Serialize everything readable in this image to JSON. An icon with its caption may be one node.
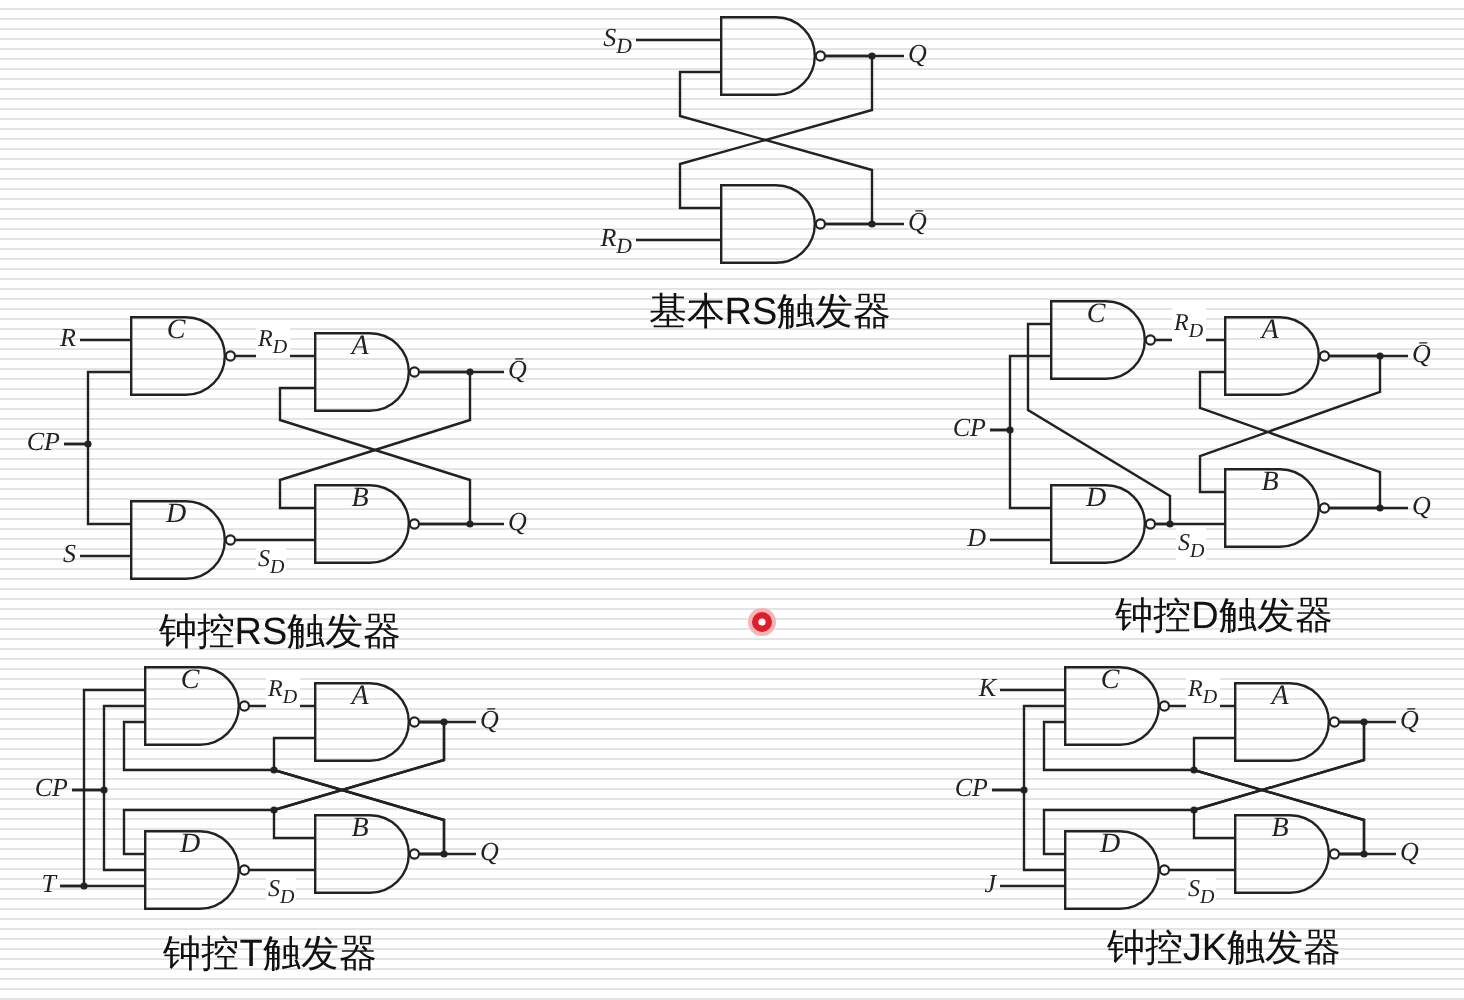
{
  "diagram": {
    "nodes": [
      {
        "text": [
          "S$_{D}$"
        ]
      },
      {
        "text": [],
        "shape": "gate"
      },
      {
        "text": [
          "Q"
        ]
      },
      {
        "text": [],
        "shape": "gate"
      },
      {
        "text": [
          "R$_{D}$"
        ]
      },
      {
        "text": [
          "Q̄"
        ]
      },
      {
        "text": [
          "R"
        ]
      },
      {
        "text": [
          "C"
        ]
      },
      {
        "text": [
          "A"
        ]
      },
      {
        "text": [
          "Q̄"
        ]
      },
      {
        "text": [
          "CP"
        ]
      },
      {
        "text": [
          "S"
        ]
      },
      {
        "text": [
          "D"
        ]
      },
      {
        "text": [
          "B"
        ]
      },
      {
        "text": [
          "Q"
        ]
      },
      {
        "text": [
          "C"
        ]
      },
      {
        "text": [
          "A"
        ]
      },
      {
        "text": [
          "Q̄"
        ]
      },
      {
        "text": [
          "CP"
        ]
      },
      {
        "text": [
          "D"
        ]
      },
      {
        "text": [
          "D"
        ]
      },
      {
        "text": [
          "B"
        ]
      },
      {
        "text": [
          "Q"
        ]
      },
      {
        "text": [
          "C"
        ]
      },
      {
        "text": [
          "A"
        ]
      },
      {
        "text": [
          "Q̄"
        ]
      },
      {
        "text": [
          "CP"
        ]
      },
      {
        "text": [
          "T"
        ]
      },
      {
        "text": [
          "D"
        ]
      },
      {
        "text": [
          "B"
        ]
      },
      {
        "text": [
          "Q"
        ]
      },
      {
        "text": [
          "K"
        ]
      },
      {
        "text": [
          "C"
        ]
      },
      {
        "text": [
          "A"
        ]
      },
      {
        "text": [
          "Q̄"
        ]
      },
      {
        "text": [
          "CP"
        ]
      },
      {
        "text": [
          "J"
        ]
      },
      {
        "text": [
          "D"
        ]
      },
      {
        "text": [
          "B"
        ]
      },
      {
        "text": [
          "Q"
        ]
      }
    ],
    "edges": [
      {
        "from": 0,
        "to": 1,
        "arrow": "none"
      },
      {
        "from": 4,
        "to": 3,
        "arrow": "none"
      },
      {
        "from": 1,
        "to": 2,
        "arrow": "none"
      },
      {
        "from": 3,
        "to": 5,
        "arrow": "none"
      },
      {
        "from": 1,
        "to": 3,
        "arrow": "none"
      },
      {
        "from": 3,
        "to": 1,
        "arrow": "none"
      },
      {
        "from": 6,
        "to": 7,
        "arrow": "none"
      },
      {
        "from": 10,
        "to": 7,
        "arrow": "none"
      },
      {
        "from": 10,
        "to": 12,
        "arrow": "none"
      },
      {
        "from": 11,
        "to": 12,
        "arrow": "none"
      },
      {
        "from": 7,
        "to": 8,
        "arrow": "none",
        "label": "R$_{D}$"
      },
      {
        "from": 12,
        "to": 13,
        "arrow": "none",
        "label": "S$_{D}$"
      },
      {
        "from": 8,
        "to": 9,
        "arrow": "none"
      },
      {
        "from": 13,
        "to": 14,
        "arrow": "none"
      },
      {
        "from": 8,
        "to": 13,
        "arrow": "none"
      },
      {
        "from": 13,
        "to": 8,
        "arrow": "none"
      },
      {
        "from": 18,
        "to": 15,
        "arrow": "none"
      },
      {
        "from": 18,
        "to": 20,
        "arrow": "none"
      },
      {
        "from": 19,
        "to": 20,
        "arrow": "none"
      },
      {
        "from": 15,
        "to": 16,
        "arrow": "none",
        "label": "R$_{D}$"
      },
      {
        "from": 20,
        "to": 21,
        "arrow": "none",
        "label": "S$_{D}$"
      },
      {
        "from": 20,
        "to": 15,
        "arrow": "none"
      },
      {
        "from": 16,
        "to": 17,
        "arrow": "none"
      },
      {
        "from": 21,
        "to": 22,
        "arrow": "none"
      },
      {
        "from": 16,
        "to": 21,
        "arrow": "none"
      },
      {
        "from": 21,
        "to": 16,
        "arrow": "none"
      },
      {
        "from": 27,
        "to": 23,
        "arrow": "none"
      },
      {
        "from": 26,
        "to": 23,
        "arrow": "none"
      },
      {
        "from": 26,
        "to": 28,
        "arrow": "none"
      },
      {
        "from": 27,
        "to": 28,
        "arrow": "none"
      },
      {
        "from": 23,
        "to": 24,
        "arrow": "none",
        "label": "R$_{D}$"
      },
      {
        "from": 28,
        "to": 29,
        "arrow": "none",
        "label": "S$_{D}$"
      },
      {
        "from": 24,
        "to": 25,
        "arrow": "none"
      },
      {
        "from": 29,
        "to": 30,
        "arrow": "none"
      },
      {
        "from": 24,
        "to": 29,
        "arrow": "none"
      },
      {
        "from": 24,
        "to": 28,
        "arrow": "none"
      },
      {
        "from": 29,
        "to": 24,
        "arrow": "none"
      },
      {
        "from": 29,
        "to": 23,
        "arrow": "none"
      },
      {
        "from": 31,
        "to": 32,
        "arrow": "none"
      },
      {
        "from": 35,
        "to": 32,
        "arrow": "none"
      },
      {
        "from": 35,
        "to": 37,
        "arrow": "none"
      },
      {
        "from": 36,
        "to": 37,
        "arrow": "none"
      },
      {
        "from": 32,
        "to": 33,
        "arrow": "none",
        "label": "R$_{D}$"
      },
      {
        "from": 37,
        "to": 38,
        "arrow": "none",
        "label": "S$_{D}$"
      },
      {
        "from": 33,
        "to": 34,
        "arrow": "none"
      },
      {
        "from": 38,
        "to": 39,
        "arrow": "none"
      },
      {
        "from": 33,
        "to": 38,
        "arrow": "none"
      },
      {
        "from": 33,
        "to": 37,
        "arrow": "none"
      },
      {
        "from": 38,
        "to": 33,
        "arrow": "none"
      },
      {
        "from": 38,
        "to": 32,
        "arrow": "none"
      }
    ],
    "labels": [
      "基本RS触发器",
      "钟控RS触发器",
      "钟控D触发器",
      "钟控T触发器",
      "钟控JK触发器"
    ]
  }
}
